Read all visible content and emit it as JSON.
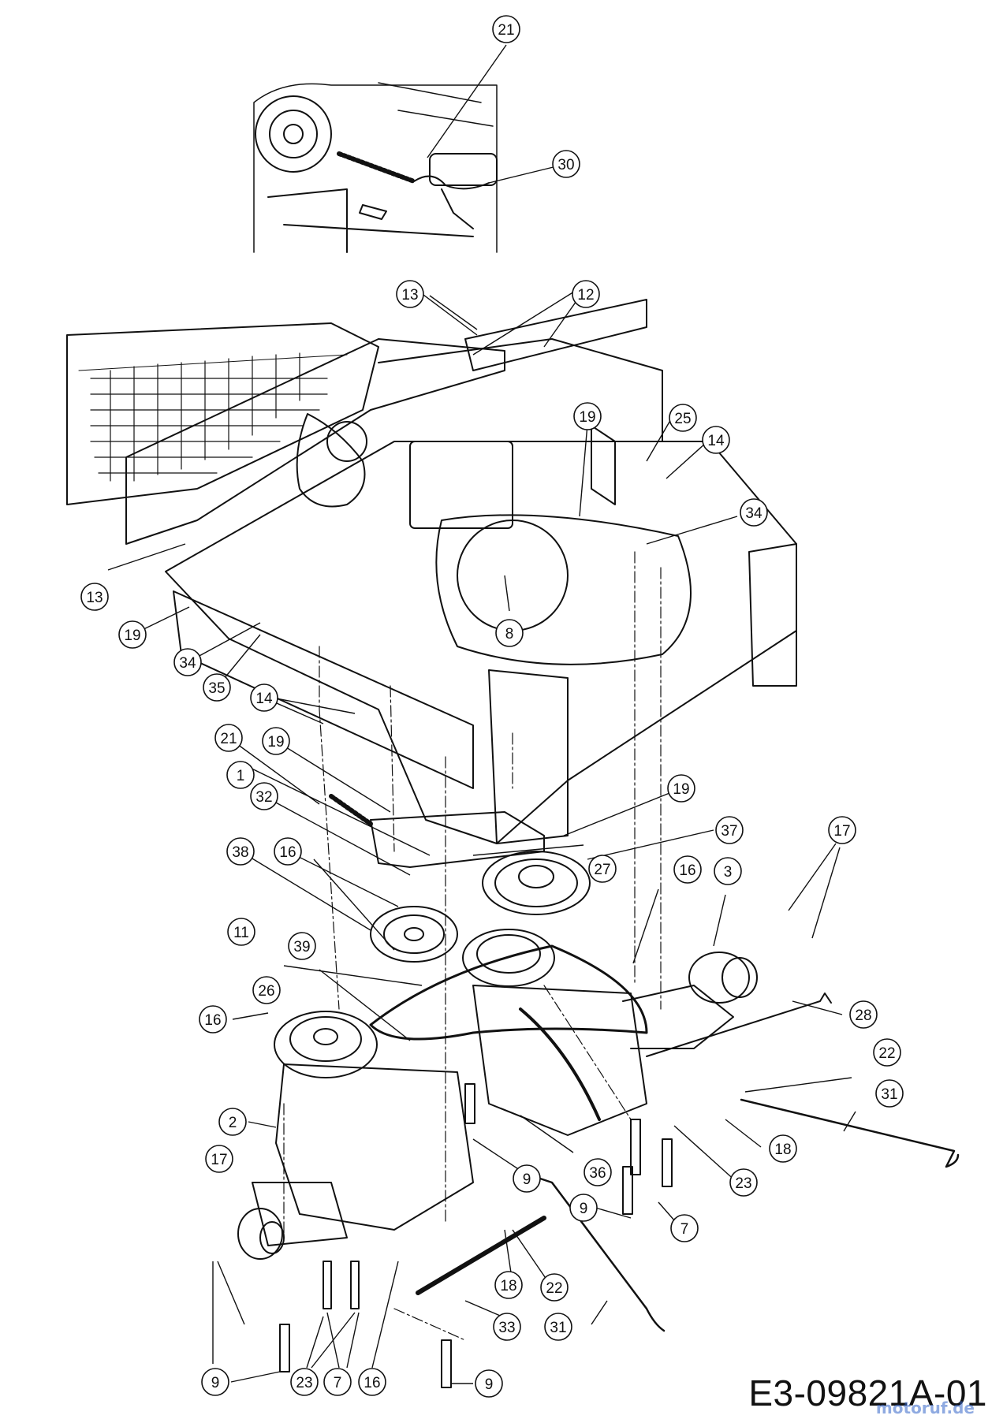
{
  "figure_code": "E3-09821A-01",
  "watermark": "motoruf.de",
  "callouts": [
    {
      "label": "21"
    },
    {
      "label": "30"
    },
    {
      "label": "13"
    },
    {
      "label": "12"
    },
    {
      "label": "19"
    },
    {
      "label": "25"
    },
    {
      "label": "14"
    },
    {
      "label": "34"
    },
    {
      "label": "13"
    },
    {
      "label": "19"
    },
    {
      "label": "34"
    },
    {
      "label": "8"
    },
    {
      "label": "35"
    },
    {
      "label": "14"
    },
    {
      "label": "21"
    },
    {
      "label": "19"
    },
    {
      "label": "1"
    },
    {
      "label": "32"
    },
    {
      "label": "38"
    },
    {
      "label": "16"
    },
    {
      "label": "19"
    },
    {
      "label": "37"
    },
    {
      "label": "27"
    },
    {
      "label": "16"
    },
    {
      "label": "3"
    },
    {
      "label": "17"
    },
    {
      "label": "11"
    },
    {
      "label": "39"
    },
    {
      "label": "26"
    },
    {
      "label": "16"
    },
    {
      "label": "28"
    },
    {
      "label": "22"
    },
    {
      "label": "31"
    },
    {
      "label": "18"
    },
    {
      "label": "2"
    },
    {
      "label": "9"
    },
    {
      "label": "36"
    },
    {
      "label": "23"
    },
    {
      "label": "17"
    },
    {
      "label": "9"
    },
    {
      "label": "7"
    },
    {
      "label": "18"
    },
    {
      "label": "22"
    },
    {
      "label": "33"
    },
    {
      "label": "31"
    },
    {
      "label": "9"
    },
    {
      "label": "23"
    },
    {
      "label": "7"
    },
    {
      "label": "16"
    },
    {
      "label": "9"
    }
  ]
}
